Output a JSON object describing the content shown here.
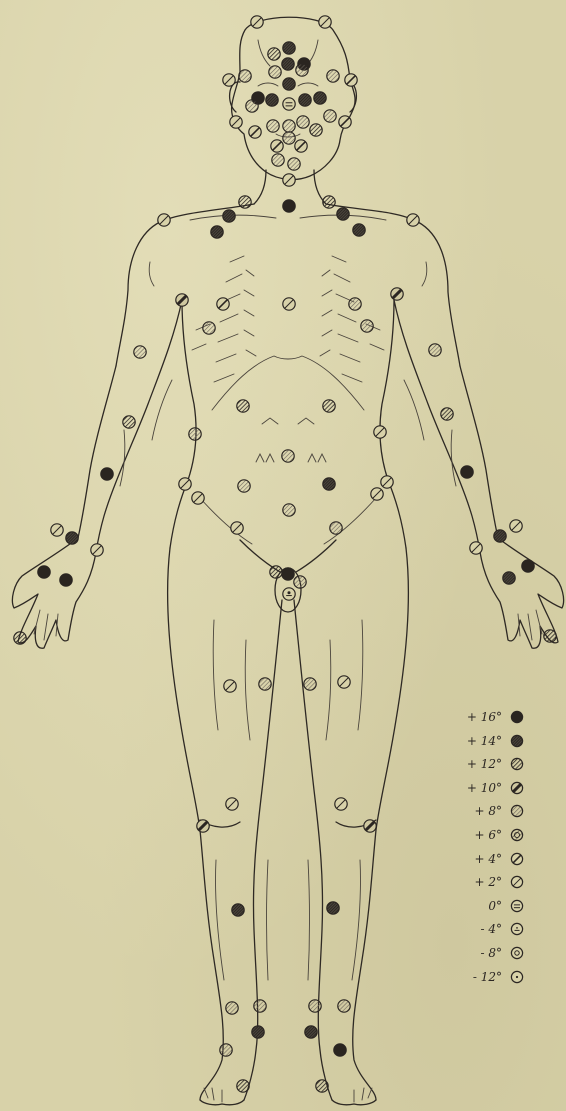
{
  "legend": [
    {
      "label": "+ 16°",
      "pattern": "solid"
    },
    {
      "label": "+ 14°",
      "pattern": "dense-hatch"
    },
    {
      "label": "+ 12°",
      "pattern": "hatch"
    },
    {
      "label": "+ 10°",
      "pattern": "thick-slash"
    },
    {
      "label": "+ 8°",
      "pattern": "light-hatch"
    },
    {
      "label": "+ 6°",
      "pattern": "ring"
    },
    {
      "label": "+ 4°",
      "pattern": "slash"
    },
    {
      "label": "+ 2°",
      "pattern": "thin-slash"
    },
    {
      "label": "0°",
      "pattern": "face"
    },
    {
      "label": "- 4°",
      "pattern": "face-small"
    },
    {
      "label": "- 8°",
      "pattern": "dot-ring"
    },
    {
      "label": "- 12°",
      "pattern": "center-dot"
    }
  ],
  "colors": {
    "paper": "#d8d2a9",
    "ink": "#2b2622"
  }
}
